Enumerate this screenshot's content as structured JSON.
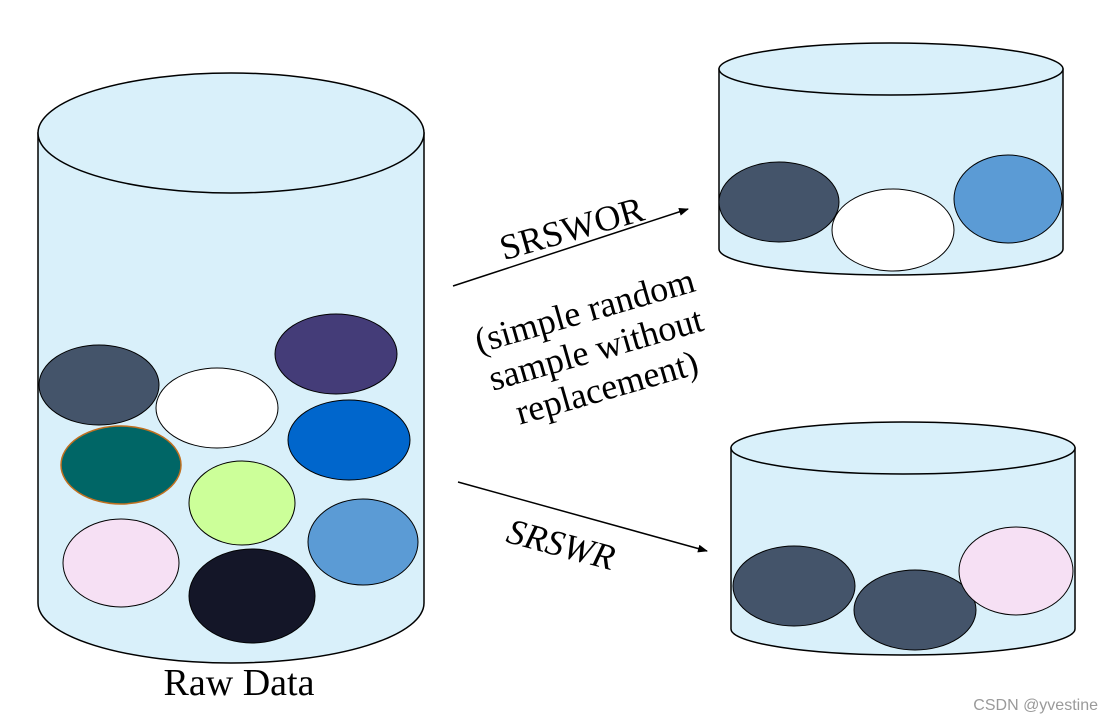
{
  "diagram": {
    "labels": {
      "raw_data": "Raw Data",
      "srswor": "SRSWOR",
      "srswor_line1": "(simple random",
      "srswor_line2": "sample without",
      "srswor_line3": "replacement)",
      "srswr": "SRSWR"
    },
    "watermark": "CSDN @yvestine",
    "colors": {
      "cylinder_fill": "#d9f0fa",
      "cylinder_stroke": "#000000",
      "slate": "#44546a",
      "white": "#ffffff",
      "purple": "#443c78",
      "blue": "#0066cc",
      "teal": "#006666",
      "teal_border": "#c07020",
      "lime": "#ccff99",
      "steel": "#5b9bd5",
      "pink": "#f6e0f4",
      "navy": "#141628"
    },
    "raw_balls": [
      "slate",
      "white",
      "purple",
      "teal",
      "blue",
      "lime",
      "steel",
      "pink",
      "navy"
    ],
    "srswor_balls": [
      "slate",
      "white",
      "steel"
    ],
    "srswr_balls": [
      "slate",
      "slate",
      "pink"
    ]
  }
}
